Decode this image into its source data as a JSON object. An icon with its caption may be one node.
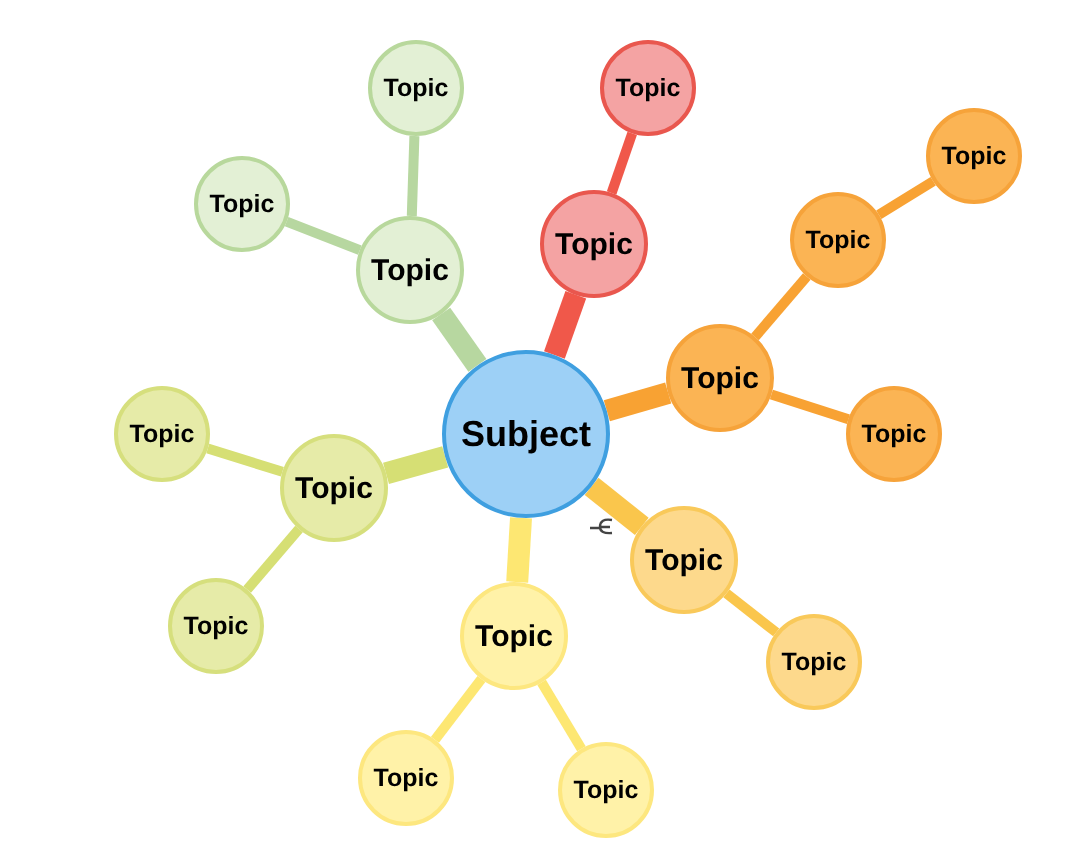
{
  "diagram": {
    "nodes": [
      {
        "text": [
          "Subject"
        ]
      },
      {
        "text": [
          "Topic"
        ]
      },
      {
        "text": [
          "Topic"
        ]
      },
      {
        "text": [
          "Topic"
        ]
      },
      {
        "text": [
          "Topic"
        ]
      },
      {
        "text": [
          "Topic"
        ]
      },
      {
        "text": [
          "Topic"
        ]
      },
      {
        "text": [
          "Topic"
        ]
      },
      {
        "text": [
          "Topic"
        ]
      },
      {
        "text": [
          "Topic"
        ]
      },
      {
        "text": [
          "Topic"
        ]
      },
      {
        "text": [
          "Topic"
        ]
      },
      {
        "text": [
          "Topic"
        ]
      },
      {
        "text": [
          "Topic"
        ]
      },
      {
        "text": [
          "Topic"
        ]
      },
      {
        "text": [
          "Topic"
        ]
      },
      {
        "text": [
          "Topic"
        ]
      },
      {
        "text": [
          "Topic"
        ]
      }
    ],
    "edges": [
      {
        "from": 0,
        "to": 1,
        "arrow": "none",
        "style": "thick",
        "color": "#b7d7a0"
      },
      {
        "from": 1,
        "to": 2,
        "arrow": "none",
        "color": "#b7d7a0"
      },
      {
        "from": 1,
        "to": 3,
        "arrow": "none",
        "color": "#b7d7a0"
      },
      {
        "from": 0,
        "to": 4,
        "arrow": "none",
        "style": "thick",
        "color": "#f0584a"
      },
      {
        "from": 4,
        "to": 5,
        "arrow": "none",
        "color": "#f0584a"
      },
      {
        "from": 0,
        "to": 6,
        "arrow": "none",
        "style": "thick",
        "color": "#f8a233"
      },
      {
        "from": 6,
        "to": 7,
        "arrow": "none",
        "color": "#f8a233"
      },
      {
        "from": 7,
        "to": 8,
        "arrow": "none",
        "color": "#f8a233"
      },
      {
        "from": 6,
        "to": 9,
        "arrow": "none",
        "color": "#f8a233"
      },
      {
        "from": 0,
        "to": 10,
        "arrow": "none",
        "style": "thick",
        "color": "#fac64c"
      },
      {
        "from": 10,
        "to": 11,
        "arrow": "none",
        "color": "#fac64c"
      },
      {
        "from": 0,
        "to": 12,
        "arrow": "none",
        "style": "thick",
        "color": "#fde772"
      },
      {
        "from": 12,
        "to": 13,
        "arrow": "none",
        "color": "#fde772"
      },
      {
        "from": 12,
        "to": 14,
        "arrow": "none",
        "color": "#fde772"
      },
      {
        "from": 0,
        "to": 15,
        "arrow": "none",
        "style": "thick",
        "color": "#d6df74"
      },
      {
        "from": 15,
        "to": 16,
        "arrow": "none",
        "color": "#d6df74"
      },
      {
        "from": 15,
        "to": 17,
        "arrow": "none",
        "color": "#d6df74"
      }
    ]
  }
}
